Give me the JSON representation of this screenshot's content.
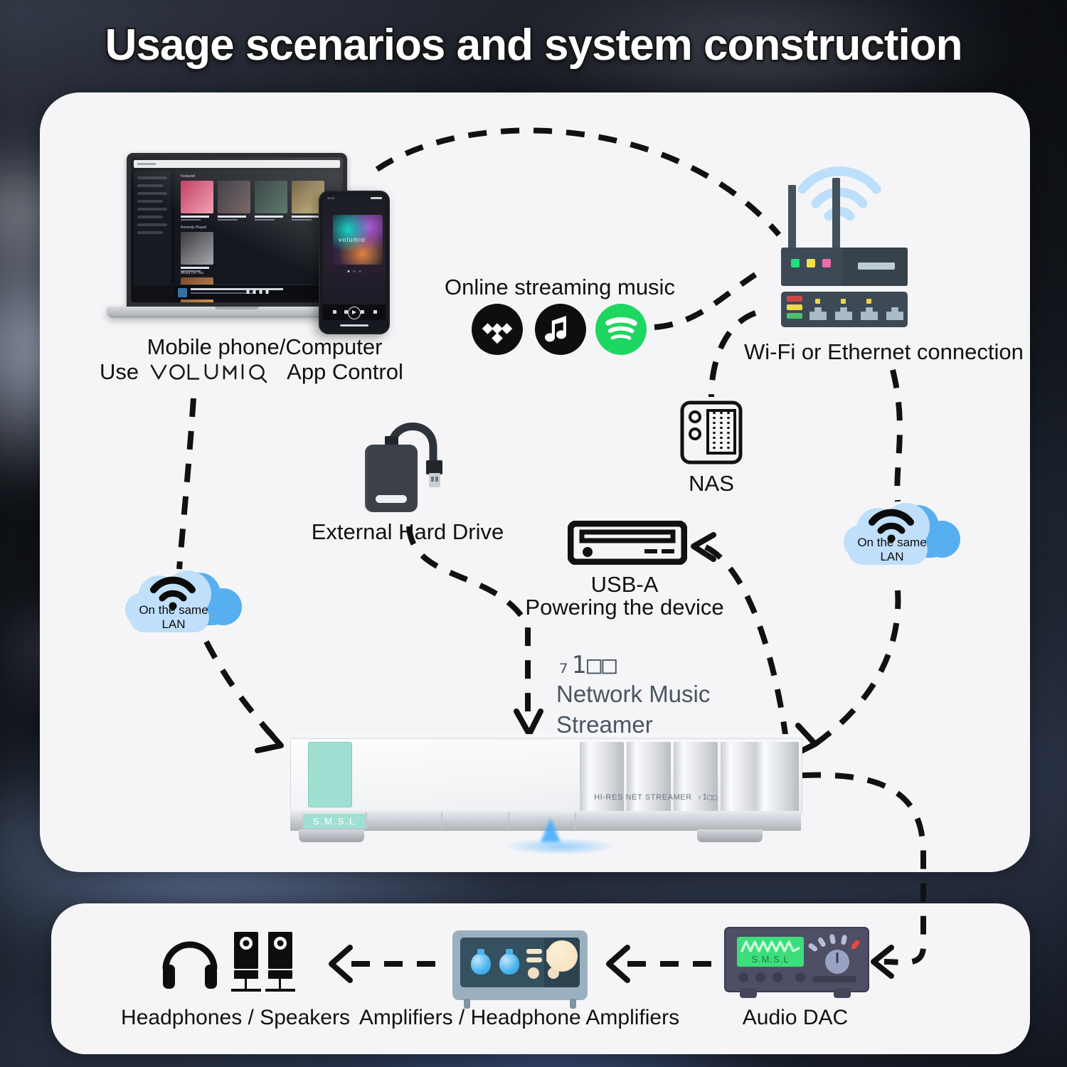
{
  "title": "Usage scenarios and system construction",
  "nodes": {
    "source": {
      "line1": "Mobile phone/Computer",
      "use_word": "Use",
      "brand": "VOLUMIO",
      "app_control": "App Control"
    },
    "streaming": {
      "label": "Online streaming music",
      "services": [
        "tidal-icon",
        "apple-music-icon",
        "spotify-icon"
      ]
    },
    "router": {
      "label": "Wi-Fi or Ethernet connection"
    },
    "nas": {
      "label": "NAS"
    },
    "hdd": {
      "label": "External Hard Drive"
    },
    "usb": {
      "line1": "USB-A",
      "line2": "Powering the device"
    },
    "streamer": {
      "logo": "₇1□□",
      "line1": "Network Music",
      "line2": "Streamer",
      "front_text": "HI-RES NET STREAMER",
      "front_logo": "₇1□□",
      "brand_badge": "S.M.S.L"
    },
    "lan_left": {
      "label": "On the same LAN"
    },
    "lan_right": {
      "label": "On the same LAN"
    },
    "headphones": {
      "label": "Headphones / Speakers"
    },
    "amplifier": {
      "label": "Amplifiers / Headphone Amplifiers"
    },
    "dac": {
      "label": "Audio DAC",
      "screen_brand": "S.M.S.L"
    }
  },
  "colors": {
    "panel": "#f5f5f7",
    "accent_mint": "#9fe0d2",
    "spotify_green": "#1ed760",
    "cloud_light": "#bfdffa",
    "cloud_dark": "#57aef0",
    "dac_screen_green": "#3ddd7c",
    "wifi_arc": "#bcdffb",
    "router_body": "#3d4a55",
    "led_blue": "#46afff",
    "text_dark": "#111111",
    "streamer_text": "#4a5560"
  }
}
